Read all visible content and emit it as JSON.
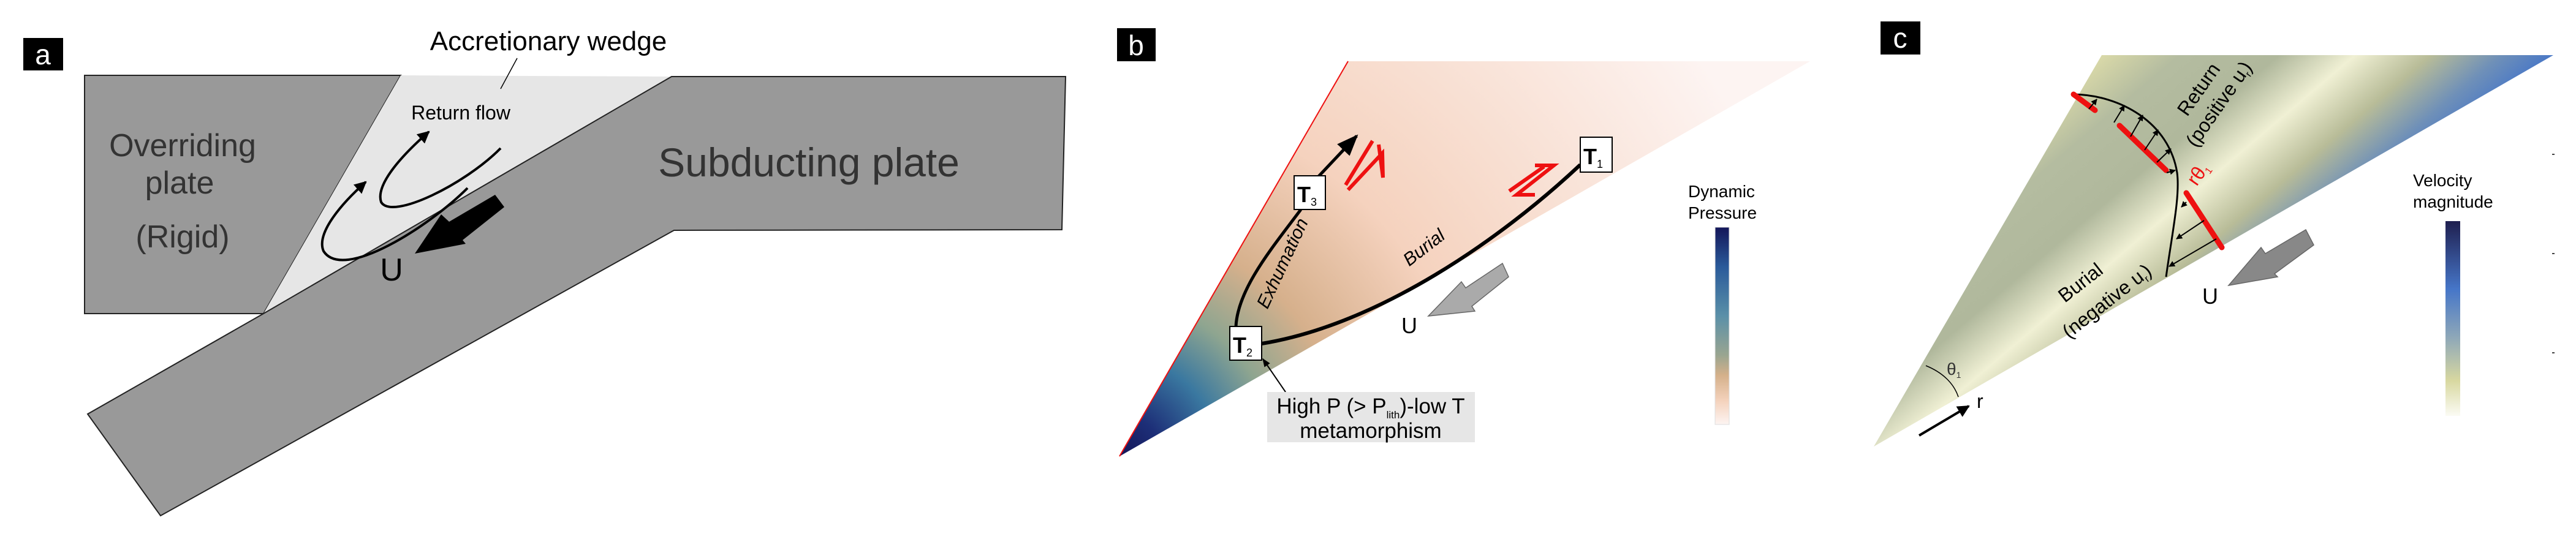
{
  "panels": {
    "a": {
      "label": "a",
      "accretionary_wedge": "Accretionary wedge",
      "return_flow": "Return flow",
      "overriding_1": "Overriding",
      "overriding_2": "plate",
      "overriding_3": "(Rigid)",
      "subducting": "Subducting plate",
      "u": "U"
    },
    "b": {
      "label": "b",
      "t1": "T",
      "t1_sub": "1",
      "t2": "T",
      "t2_sub": "2",
      "t3": "T",
      "t3_sub": "3",
      "exhumation": "Exhumation",
      "burial": "Burial",
      "u": "U",
      "note_line1_a": "High P (> P",
      "note_line1_sub": "lith",
      "note_line1_b": ")-low T",
      "note_line2": "metamorphism",
      "colorbar_title_1": "Dynamic",
      "colorbar_title_2": "Pressure"
    },
    "c": {
      "label": "c",
      "return": "Return",
      "positive_a": "(positive u",
      "positive_sub": "r",
      "positive_b": ")",
      "r_theta": "rθ",
      "r_theta_sub": "1",
      "burial": "Burial",
      "negative_a": "(negative u",
      "negative_sub": "r",
      "negative_b": ")",
      "theta": "θ",
      "theta_sub": "1",
      "r": "r",
      "u": "U",
      "colorbar_title_1": "Velocity",
      "colorbar_title_2": "magnitude"
    }
  },
  "colors": {
    "plate": "#999999",
    "wedge": "#e6e6e6",
    "red": "#ee1111",
    "pressure_colormap": [
      "#141659",
      "#2a5a9a",
      "#5a90a8",
      "#9aa590",
      "#d4b08a",
      "#f4d2bc",
      "#fdf4f2"
    ],
    "velocity_colormap": [
      "#1f1f4f",
      "#4676c8",
      "#8fa8b8",
      "#d8d8a0",
      "#fbfbf4"
    ]
  }
}
